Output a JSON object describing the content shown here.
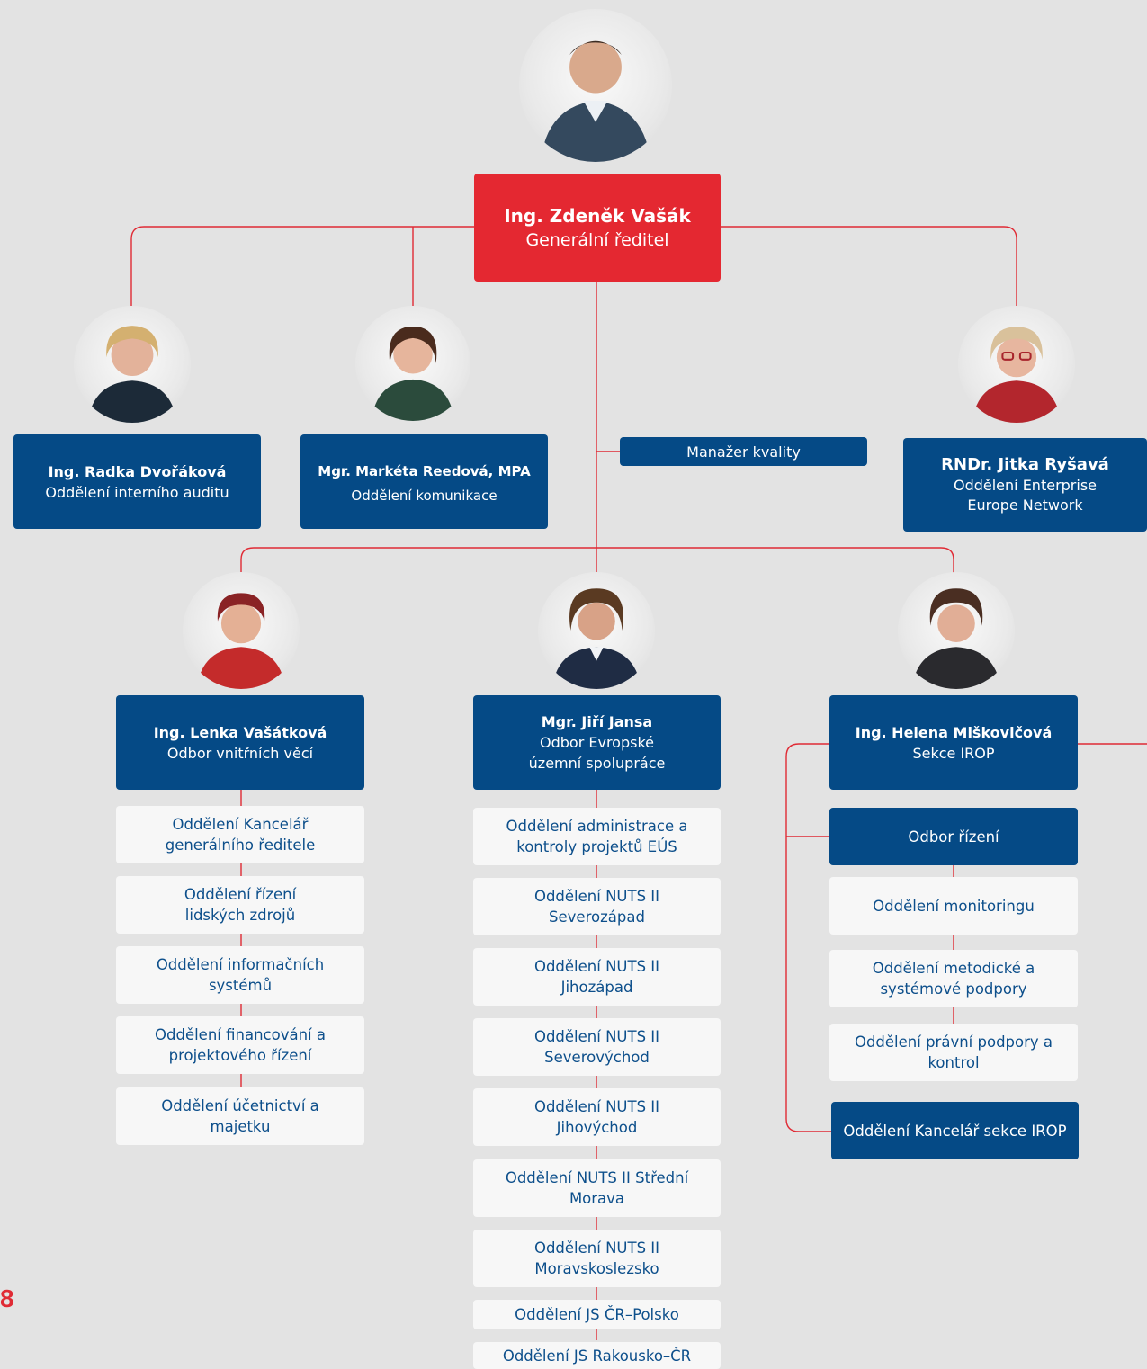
{
  "director": {
    "name": "Ing. Zdeněk Vašák",
    "role": "Generální ředitel"
  },
  "staff": [
    {
      "name": "Ing. Radka Dvořáková",
      "role": "Oddělení interního auditu"
    },
    {
      "name": "Mgr. Markéta Reedová, MPA",
      "role": "Oddělení komunikace"
    },
    {
      "name": "RNDr. Jitka Ryšavá",
      "role": "Oddělení Enterprise Europe Network"
    }
  ],
  "quality_manager": "Manažer kvality",
  "odbor_vnitrnich": {
    "name": "Ing. Lenka Vašátková",
    "role": "Odbor vnitřních věcí",
    "departments": [
      "Oddělení Kancelář generálního ředitele",
      "Oddělení řízení lidských zdrojů",
      "Oddělení informačních systémů",
      "Oddělení financování a projektového řízení",
      "Oddělení účetnictví a majetku"
    ]
  },
  "odbor_eus": {
    "name": "Mgr. Jiří Jansa",
    "role": "Odbor Evropské územní spolupráce",
    "departments": [
      "Oddělení administrace a kontroly projektů EÚS",
      "Oddělení NUTS II Severozápad",
      "Oddělení NUTS II Jihozápad",
      "Oddělení NUTS II Severovýchod",
      "Oddělení NUTS II Jihovýchod",
      "Oddělení NUTS II Střední Morava",
      "Oddělení NUTS II Moravskoslezsko",
      "Oddělení JS ČR–Polsko",
      "Oddělení JS Rakousko–ČR"
    ]
  },
  "sekce_irop": {
    "name": "Ing. Helena Miškovičová",
    "role": "Sekce IROP",
    "odbor": "Odbor řízení",
    "departments": [
      "Oddělení monitoringu",
      "Oddělení metodické a systémové podpory",
      "Oddělení právní podpory a kontrol"
    ],
    "kancelar": "Oddělení Kancelář sekce IROP"
  },
  "page_number": "8"
}
